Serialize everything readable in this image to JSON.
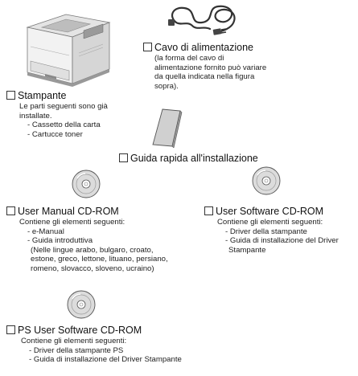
{
  "items": {
    "printer": {
      "title": "Stampante",
      "lines": [
        "Le parti seguenti sono già",
        "installate.",
        "- Cassetto della carta",
        "- Cartucce toner"
      ]
    },
    "power_cord": {
      "title": "Cavo di alimentazione",
      "lines": [
        "(la forma del cavo di",
        "alimentazione fornito può variare",
        "da quella indicata nella figura",
        "sopra)."
      ]
    },
    "quick_guide": {
      "title": "Guida rapida all'installazione"
    },
    "user_manual_cd": {
      "title": "User Manual CD-ROM",
      "lines": [
        "Contiene gli elementi seguenti:",
        "- e-Manual",
        "- Guida introduttiva",
        "(Nelle lingue arabo, bulgaro, croato,",
        "estone, greco, lettone, lituano, persiano,",
        "romeno, slovacco, sloveno, ucraino)"
      ]
    },
    "user_software_cd": {
      "title": "User Software CD-ROM",
      "lines": [
        "Contiene gli elementi seguenti:",
        "- Driver della stampante",
        "- Guida di installazione del Driver",
        "Stampante"
      ]
    },
    "ps_user_software_cd": {
      "title": "PS User Software CD-ROM",
      "lines": [
        "Contiene gli elementi seguenti:",
        "- Driver della stampante PS",
        "- Guida di installazione del Driver Stampante"
      ]
    }
  },
  "icons": {
    "printer": "printer-icon",
    "cord": "power-cord-icon",
    "guide": "booklet-icon",
    "cd": "cd-rom-icon"
  }
}
